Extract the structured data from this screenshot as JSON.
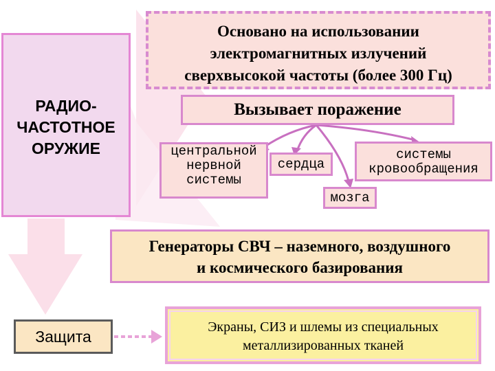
{
  "diagram": {
    "weapon_label": [
      "РАДИО-",
      "ЧАСТОТНОЕ",
      "ОРУЖИЕ"
    ],
    "basis_text": [
      "Основано на использовании",
      "электромагнитных излучений",
      "сверхвысокой частоты (более 300 Гц)"
    ],
    "effect_title": "Вызывает поражение",
    "targets": {
      "cns": [
        "центральной",
        "нервной",
        "системы"
      ],
      "heart": "сердца",
      "circulation": [
        "системы",
        "кровообращения"
      ],
      "brain": "мозга"
    },
    "generators_text": [
      "Генераторы СВЧ – наземного, воздушного",
      "и космического базирования"
    ],
    "protection_label": "Защита",
    "protection_means": [
      "Экраны, СИЗ и шлемы из специальных",
      "металлизированных тканей"
    ],
    "colors": {
      "pink_fill": "#f2d9ee",
      "pink_border": "#e487d4",
      "salmon_fill": "#fbe0dc",
      "gold_fill": "#fbe6c3",
      "yellow_fill": "#fbf0a0",
      "connector": "#c870c0"
    }
  }
}
